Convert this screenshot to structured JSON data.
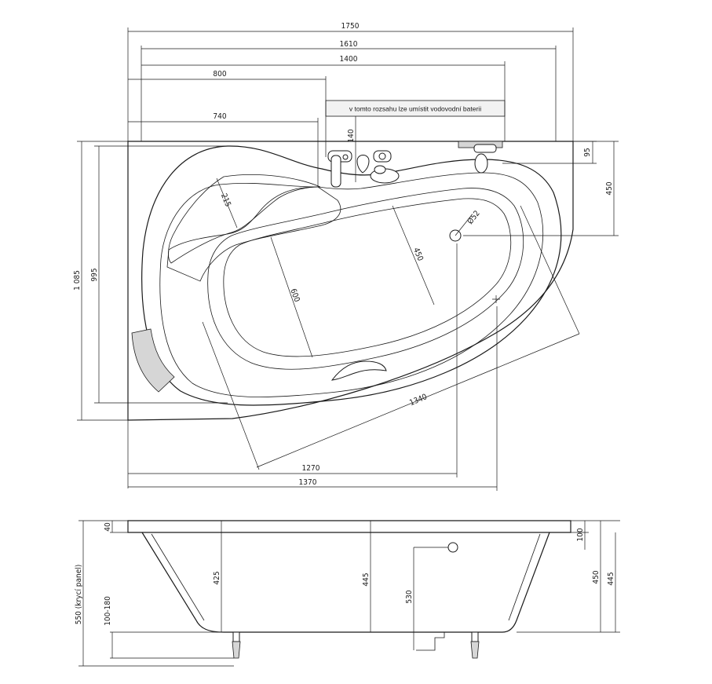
{
  "top_view": {
    "dims": {
      "width_total": "1750",
      "width_1610": "1610",
      "width_1400": "1400",
      "width_800": "800",
      "width_740": "740",
      "d140": "140",
      "d95": "95",
      "d450": "450",
      "height_1085": "1 085",
      "height_995": "995",
      "d215": "215",
      "d600": "600",
      "d450_inner": "450",
      "drain": "Ø52",
      "d1340": "1340",
      "d1270": "1270",
      "d1370": "1370"
    },
    "note": "v tomto rozsahu lze umístit vodovodní baterii"
  },
  "side_view": {
    "dims": {
      "d40": "40",
      "panel": "550 (krycí panel)",
      "d100_180": "100-180",
      "d425": "425",
      "d445_mid": "445",
      "d530": "530",
      "d100": "100",
      "d450": "450",
      "d445_right": "445"
    }
  }
}
